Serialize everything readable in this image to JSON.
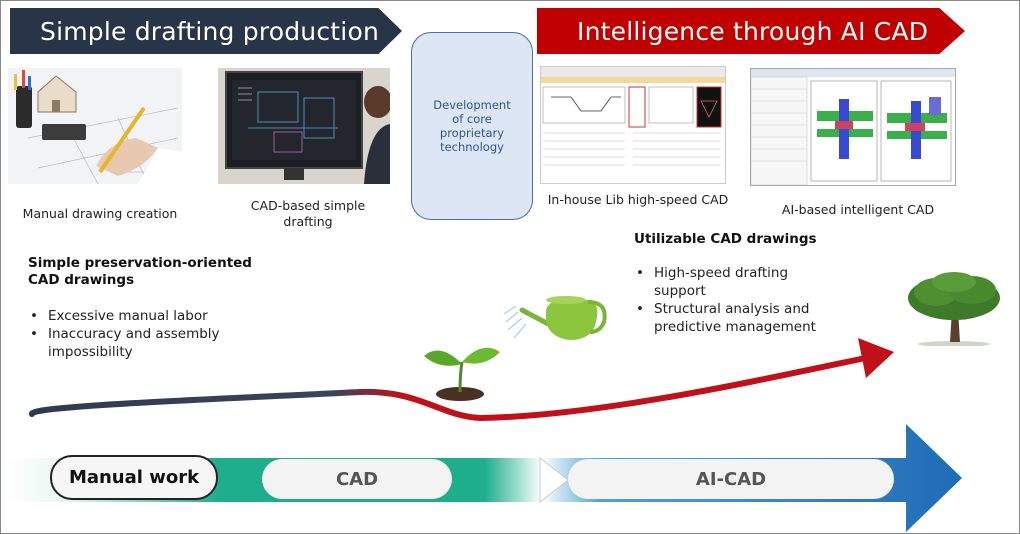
{
  "banners": {
    "left": "Simple drafting production",
    "right": "Intelligence through AI CAD"
  },
  "core_box": "Development of core proprietary technology",
  "captions": {
    "manual": "Manual drawing creation",
    "cad": "CAD-based simple drafting",
    "inhouse": "In-house Lib high-speed CAD",
    "ai": "AI-based intelligent CAD"
  },
  "left_block": {
    "heading": "Simple preservation-oriented CAD drawings",
    "bullets": [
      "Excessive manual labor",
      "Inaccuracy and assembly impossibility"
    ]
  },
  "right_block": {
    "heading": "Utilizable CAD drawings",
    "bullets": [
      "High-speed drafting support",
      "Structural analysis and predictive management"
    ]
  },
  "stages": {
    "manual": "Manual work",
    "cad": "CAD",
    "aicad": "AI-CAD"
  },
  "colors": {
    "navy": "#283448",
    "red": "#c00000",
    "teal": "#1fae8c",
    "blue": "#1f6bb5"
  }
}
